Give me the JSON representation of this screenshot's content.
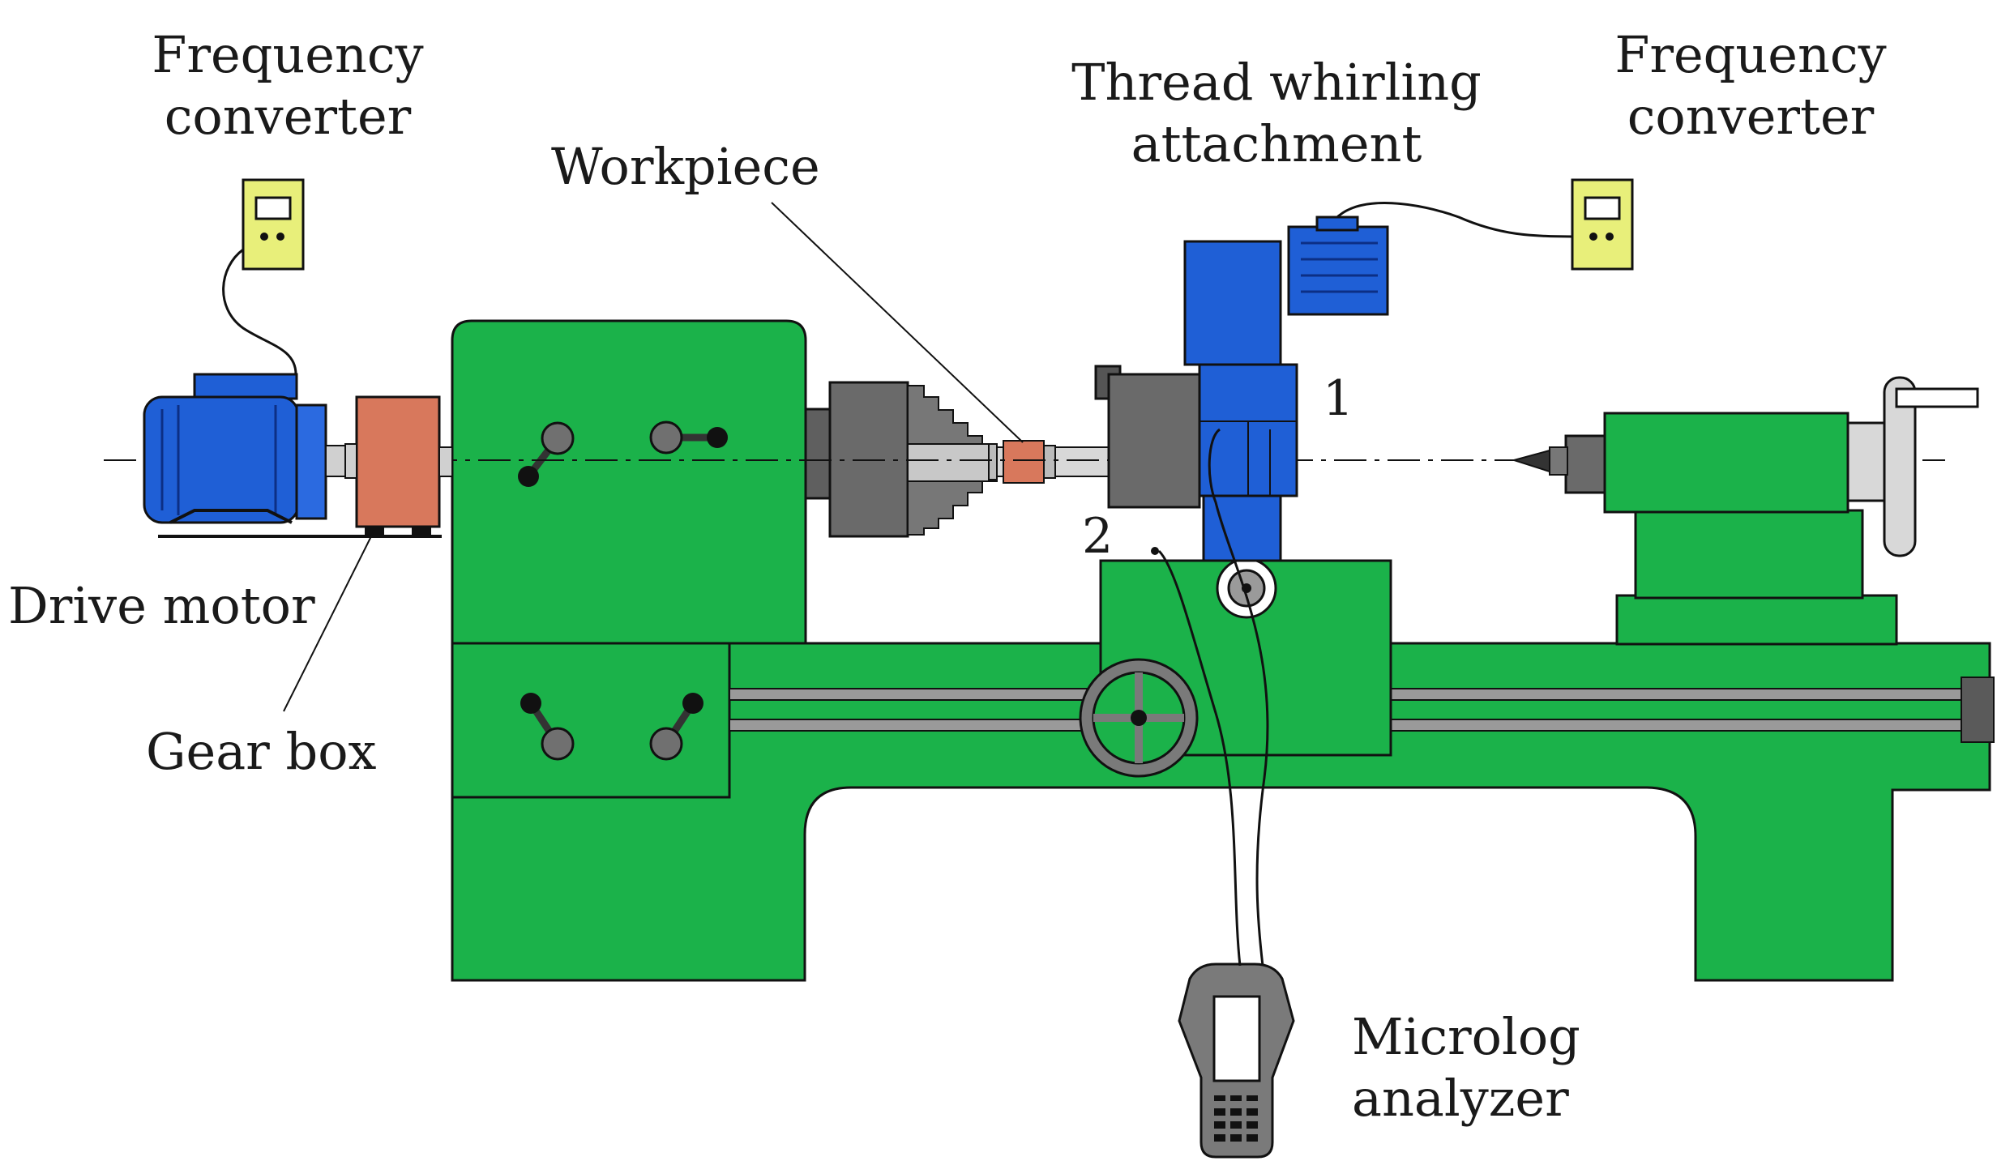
{
  "labels": {
    "freq_left": [
      "Frequency",
      "converter"
    ],
    "freq_right": [
      "Frequency",
      "converter"
    ],
    "thread_whirling": [
      "Thread whirling",
      "attachment"
    ],
    "workpiece": "Workpiece",
    "drive_motor": "Drive motor",
    "gear_box": "Gear box",
    "micrologger": [
      "Microlog",
      "analyzer"
    ],
    "marker_1": "1",
    "marker_2": "2"
  },
  "colors": {
    "machine_green": "#1bb24a",
    "motor_blue": "#1f5fd6",
    "gearbox_orange": "#d8785c",
    "converter_yellow": "#e8ef7a",
    "part_gray": "#6f6f6f",
    "outline": "#111111"
  }
}
